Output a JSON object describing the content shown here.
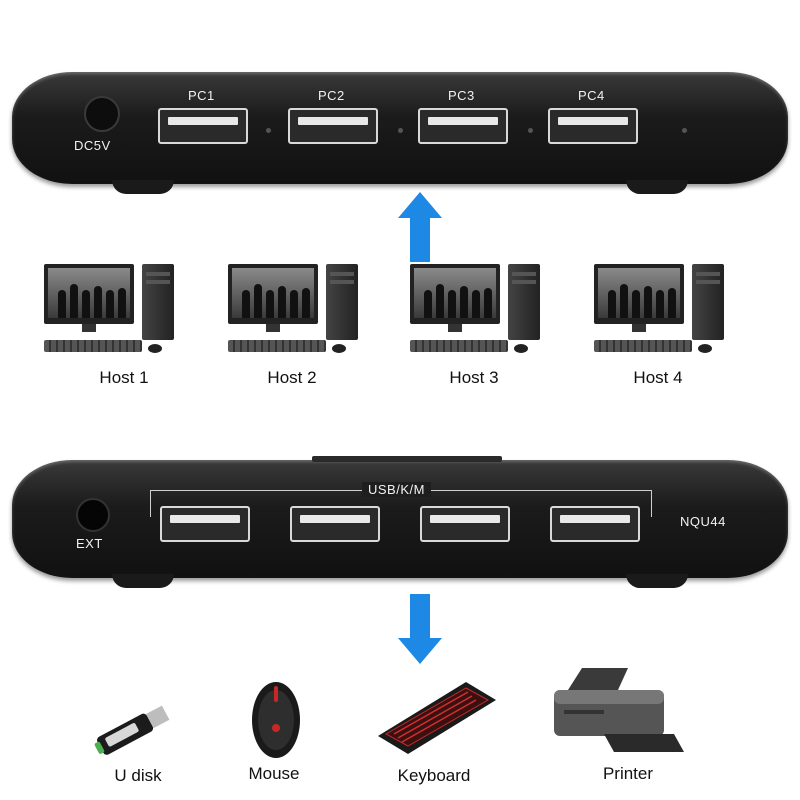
{
  "top_device": {
    "power_label": "DC5V",
    "ports": [
      "PC1",
      "PC2",
      "PC3",
      "PC4"
    ]
  },
  "hosts": [
    "Host 1",
    "Host 2",
    "Host 3",
    "Host 4"
  ],
  "bottom_device": {
    "ext_label": "EXT",
    "group_label": "USB/K/M",
    "model_label": "NQU44"
  },
  "peripherals": [
    "U disk",
    "Mouse",
    "Keyboard",
    "Printer"
  ],
  "colors": {
    "device_body": "#1b1b1b",
    "arrow_blue": "#1e88e5",
    "port_outline": "#d9d9d9"
  }
}
